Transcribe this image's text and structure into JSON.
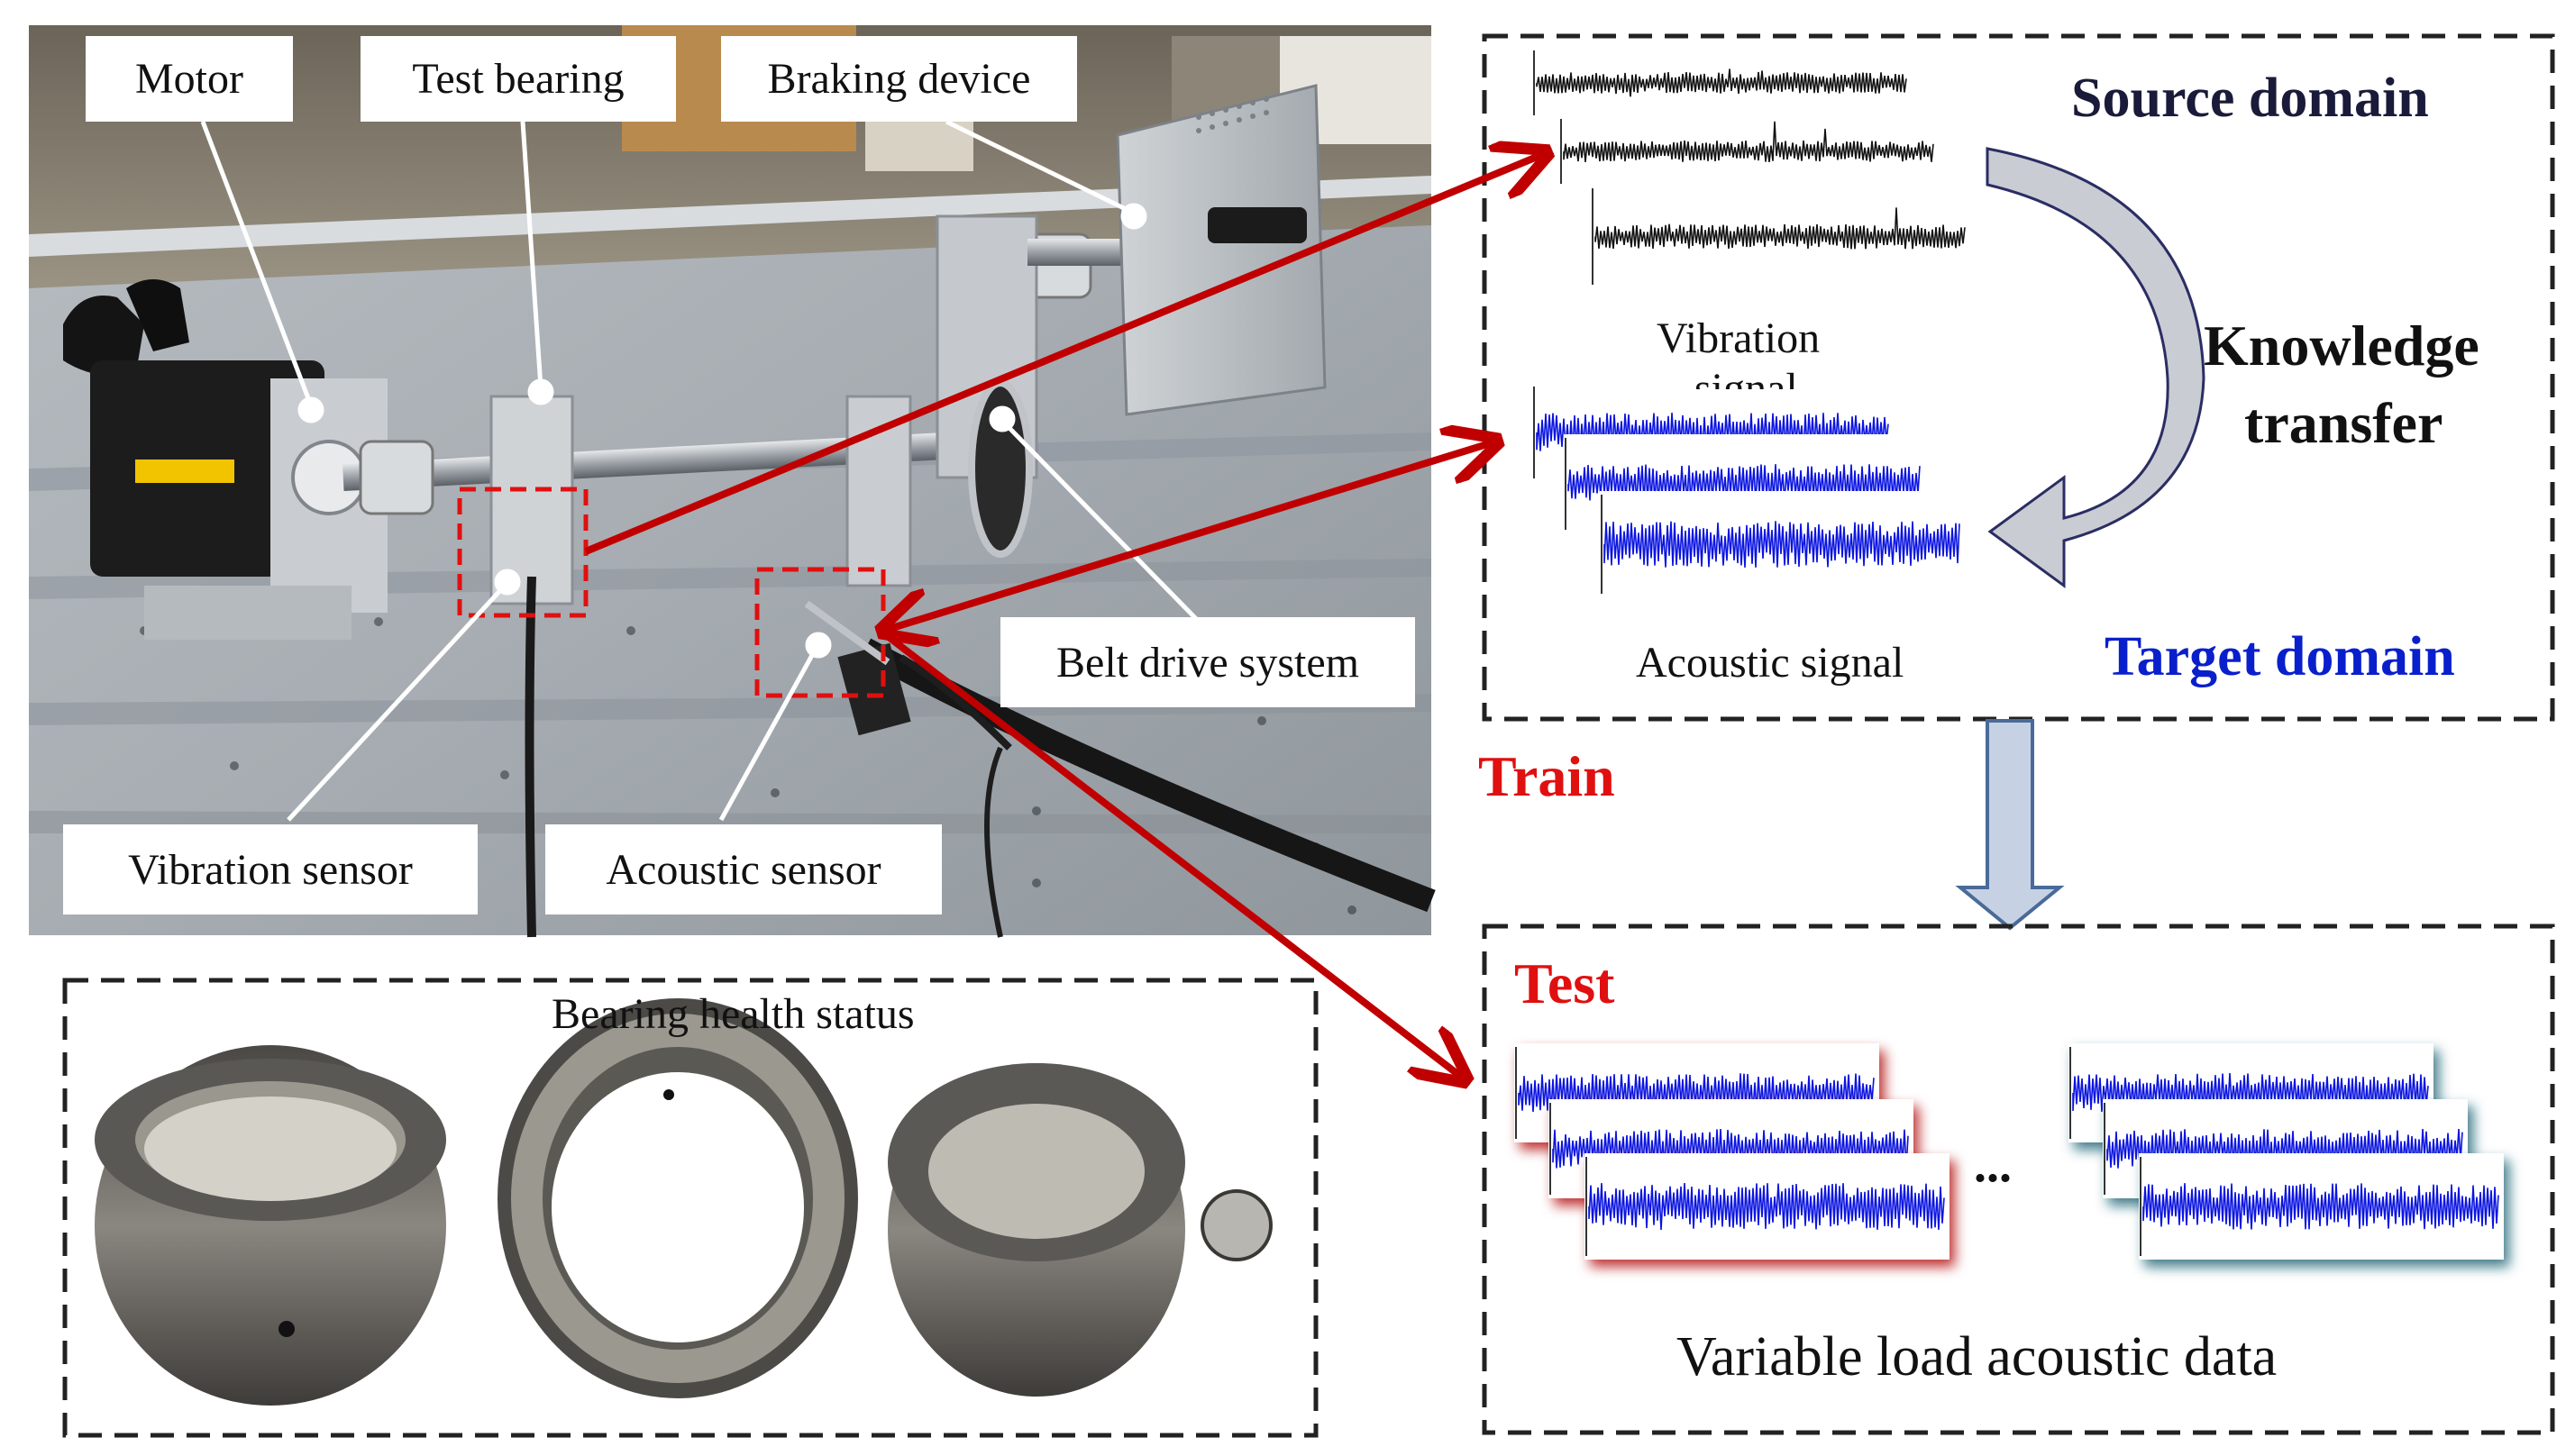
{
  "photo_labels": {
    "motor": "Motor",
    "test_bearing": "Test bearing",
    "braking_device": "Braking device",
    "belt_drive": "Belt drive system",
    "vibration_sensor": "Vibration sensor",
    "acoustic_sensor": "Acoustic sensor"
  },
  "bearings_panel": {
    "title": "Bearing health status",
    "bearing_count": 3
  },
  "domain_panel": {
    "source_domain": "Source domain",
    "target_domain": "Target domain",
    "knowledge_transfer_line1": "Knowledge",
    "knowledge_transfer_line2": "transfer",
    "vibration_caption": "Vibration",
    "vibration_caption_partial": "signal",
    "acoustic_caption": "Acoustic signal"
  },
  "train_label": "Train",
  "test_panel": {
    "title": "Test",
    "ellipsis": "...",
    "caption": "Variable load acoustic data"
  },
  "colors": {
    "arrow_red": "#c00000",
    "train_test_red": "#e01010",
    "source_domain_text": "#1a1a3a",
    "target_domain_text": "#0a1fcc",
    "acoustic_signal": "#0a14e0",
    "vibration_signal": "#111111",
    "transfer_arrow": "#c9cdd3",
    "down_arrow": "#c6d2e4"
  }
}
